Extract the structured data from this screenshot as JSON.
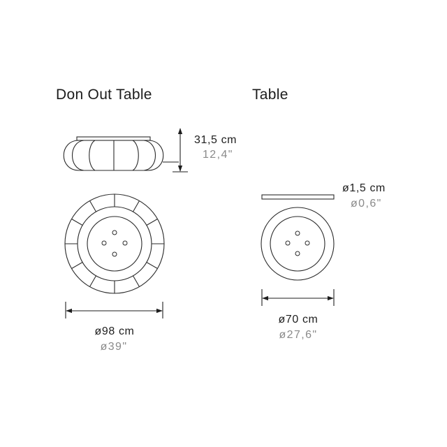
{
  "products": [
    {
      "title": "Don Out Table",
      "height": {
        "metric": "31,5 cm",
        "imperial": "12,4\""
      },
      "diameter": {
        "metric": "ø98 cm",
        "imperial": "ø39\""
      },
      "top_view": {
        "outer_ring_segments": 12,
        "dots": 4
      }
    },
    {
      "title": "Table",
      "thickness": {
        "metric": "ø1,5 cm",
        "imperial": "ø0,6\""
      },
      "diameter": {
        "metric": "ø70 cm",
        "imperial": "ø27,6\""
      },
      "top_view": {
        "dots": 4
      }
    }
  ],
  "colors": {
    "line": "#2a2a2a",
    "text_primary": "#1e1e1e",
    "text_secondary": "#8a8a8a",
    "background": "#ffffff"
  }
}
